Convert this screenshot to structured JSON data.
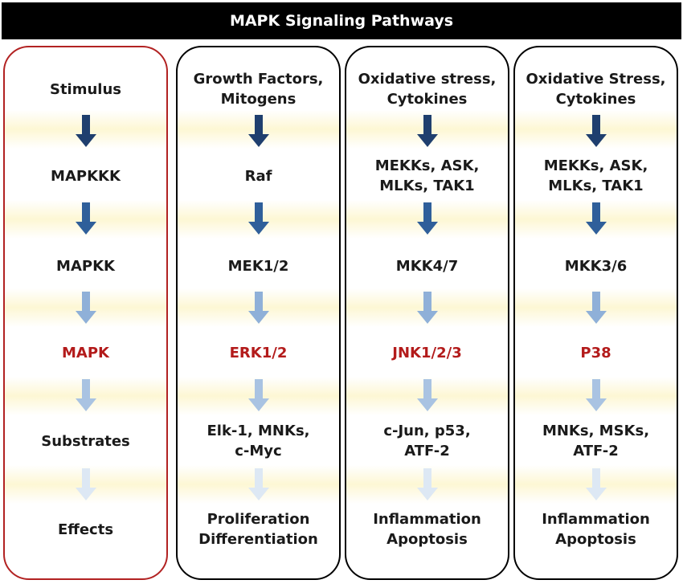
{
  "title": "MAPK Signaling Pathways",
  "colors": {
    "kinase_text": "#b31b1b",
    "label_column_border": "#b22222",
    "arrow_levels": [
      "#1f3f6e",
      "#2f5f9a",
      "#8fb0d8",
      "#a9c3e2",
      "#dde8f4"
    ]
  },
  "columns": [
    {
      "name": "label",
      "levels": [
        "Stimulus",
        "MAPKKK",
        "MAPKK",
        "MAPK",
        "Substrates",
        "Effects"
      ]
    },
    {
      "name": "erk",
      "levels": [
        "Growth Factors,\nMitogens",
        "Raf",
        "MEK1/2",
        "ERK1/2",
        "Elk-1, MNKs,\nc-Myc",
        "Proliferation\nDifferentiation"
      ]
    },
    {
      "name": "jnk",
      "levels": [
        "Oxidative stress,\nCytokines",
        "MEKKs, ASK,\nMLKs, TAK1",
        "MKK4/7",
        "JNK1/2/3",
        "c-Jun, p53,\nATF-2",
        "Inflammation\nApoptosis"
      ]
    },
    {
      "name": "p38",
      "levels": [
        "Oxidative Stress,\nCytokines",
        "MEKKs, ASK,\nMLKs, TAK1",
        "MKK3/6",
        "P38",
        "MNKs, MSKs,\nATF-2",
        "Inflammation\nApoptosis"
      ]
    }
  ]
}
